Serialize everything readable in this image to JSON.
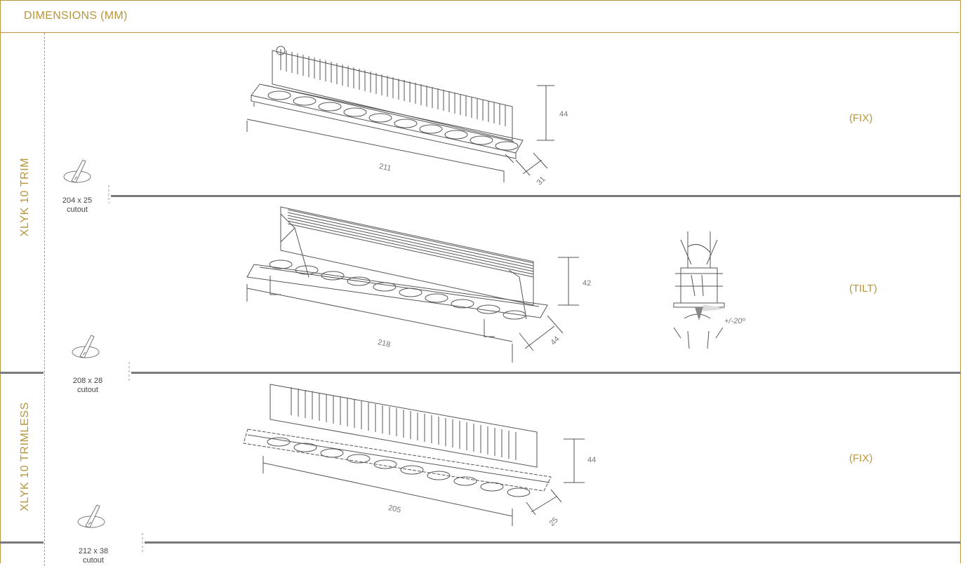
{
  "header": {
    "title": "DIMENSIONS (MM)"
  },
  "groups": [
    {
      "label": "XLYK 10 TRIM"
    },
    {
      "label": "XLYK 10 TRIMLESS"
    }
  ],
  "rows": [
    {
      "mode": "(FIX)",
      "length": "211",
      "height": "44",
      "depth": "31",
      "cutout_size": "204 x 25",
      "cutout_word": "cutout"
    },
    {
      "mode": "(TILT)",
      "length": "218",
      "height": "42",
      "depth": "44",
      "cutout_size": "208 x 28",
      "cutout_word": "cutout",
      "tilt_angle": "+/-20º"
    },
    {
      "mode": "(FIX)",
      "length": "205",
      "height": "44",
      "depth": "25",
      "cutout_size": "212 x 38",
      "cutout_word": "cutout"
    }
  ],
  "colors": {
    "accent": "#b8963e",
    "rule": "#7a7a7a",
    "line": "#555555"
  },
  "icons": [
    "ceiling-cutout-icon"
  ]
}
